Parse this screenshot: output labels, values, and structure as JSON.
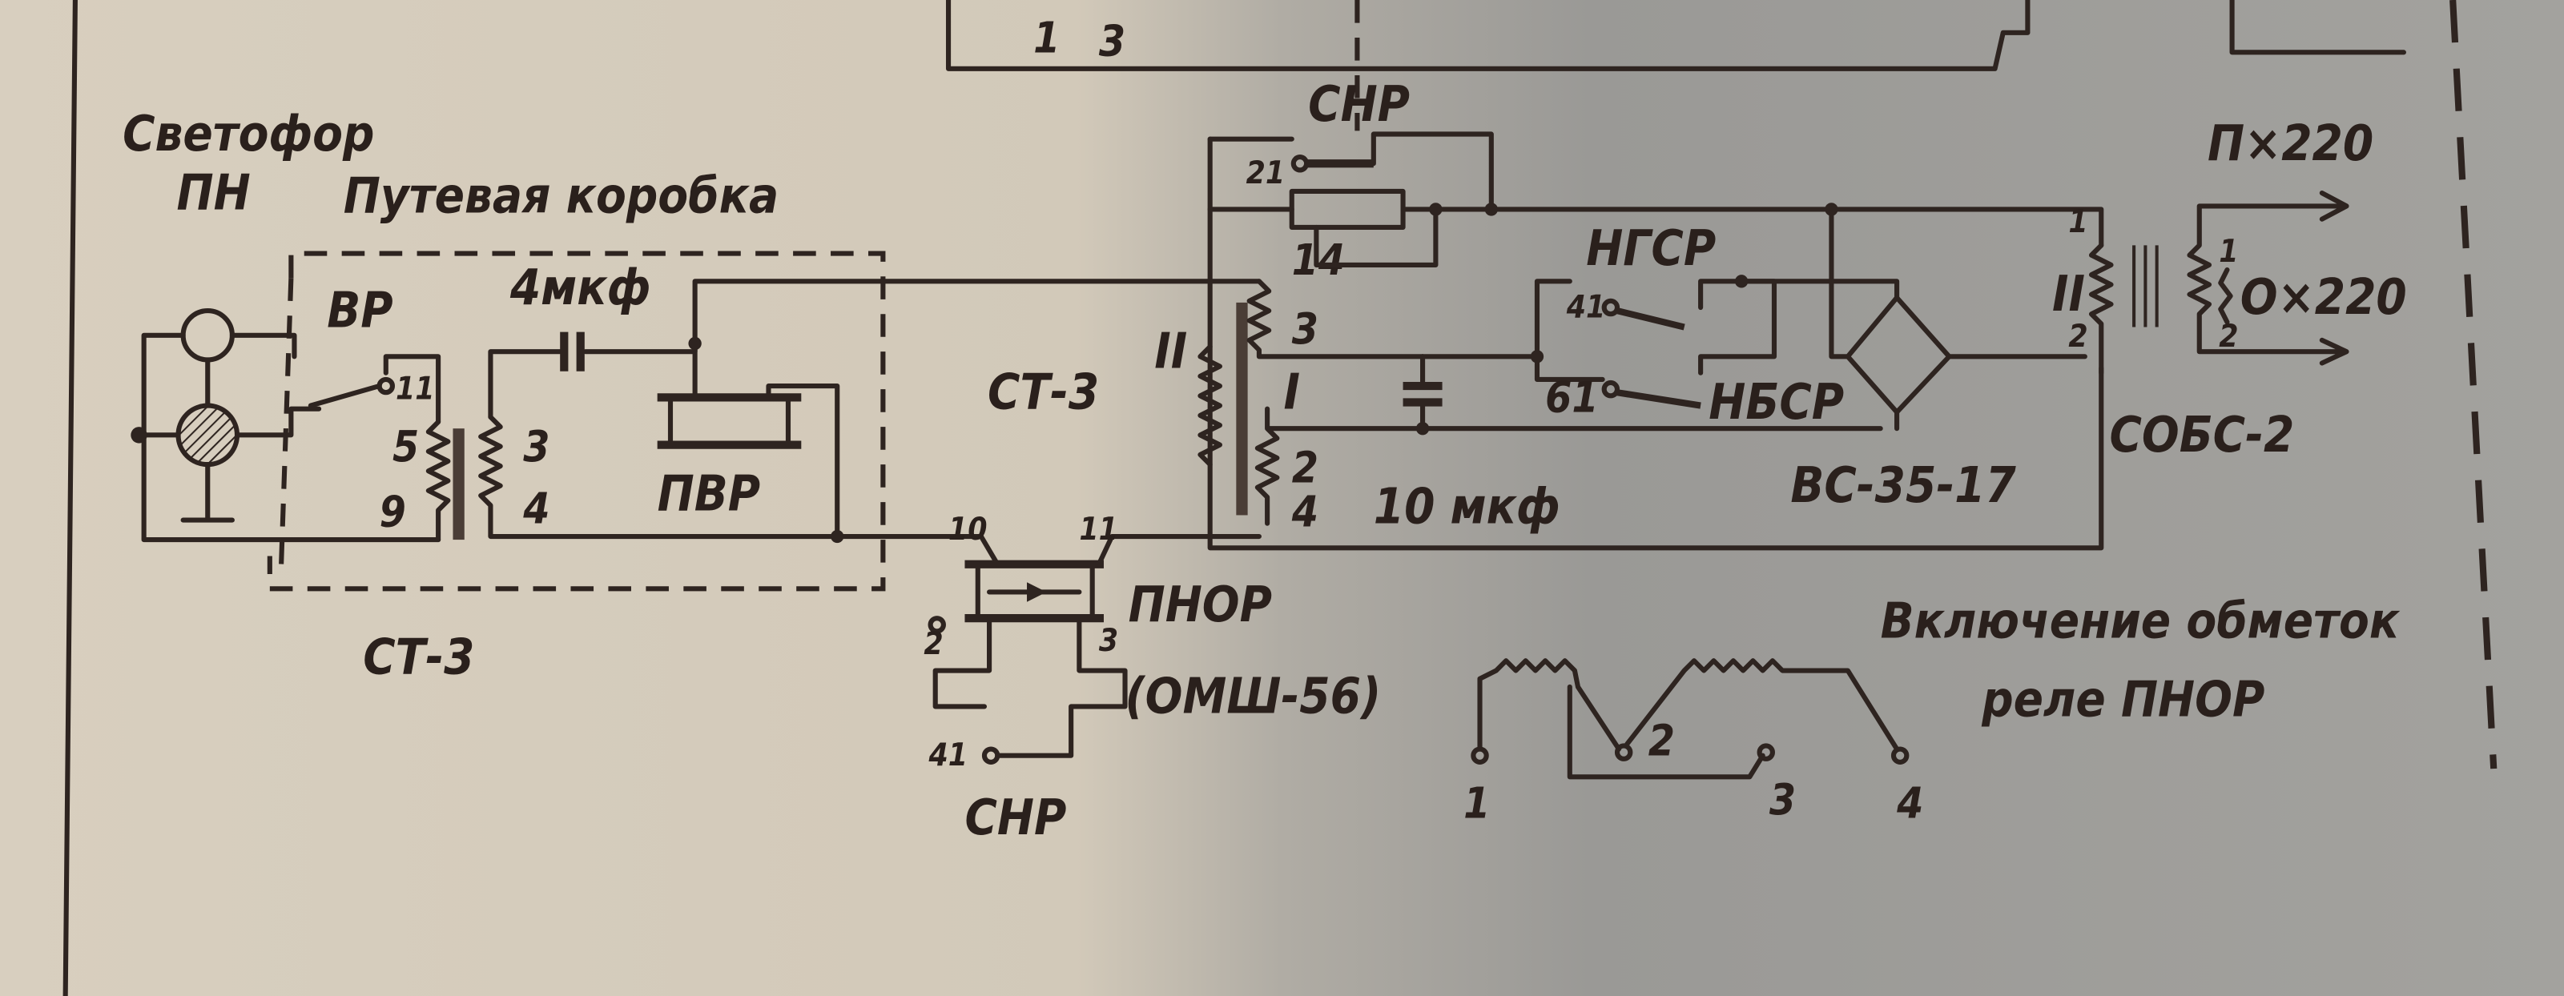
{
  "title_labels": {
    "signal": "Светофор",
    "signal_name": "ПН",
    "track_box": "Путевая коробка",
    "box_transformer": "СТ-3",
    "relay_vr": "ВР",
    "cap_4": "4мкф",
    "relay_pvr": "ПВР",
    "mid_transformer": "СТ-3",
    "winding_ii_left": "II",
    "winding_i": "I",
    "snr_top": "СНР",
    "snr_bottom": "СНР",
    "relay_ngsr": "НГСР",
    "relay_nbsr": "НБСР",
    "cap_10": "10 мкф",
    "rectifier": "ВС-35-17",
    "transformer_sobs": "СОБС-2",
    "winding_ii_right": "II",
    "supply_p": "П×220",
    "supply_o": "О×220",
    "relay_pnor": "ПНОР",
    "relay_pnor_type": "(ОМШ-56)",
    "note_line1": "Включение обметок",
    "note_line2": "реле ПНОР"
  },
  "terminals": {
    "vr_11": "11",
    "t5": "5",
    "t9": "9",
    "t3": "3",
    "t4": "4",
    "pnor_10": "10",
    "pnor_11": "11",
    "pnor_2": "2",
    "pnor_3": "3",
    "pnor_41": "41",
    "snr_21": "21",
    "snr_14": "14",
    "ct_3": "3",
    "ct_2": "2",
    "ct_4": "4",
    "ngsr_41": "41",
    "nbsr_61": "61",
    "sobs_1": "1",
    "sobs_2": "2",
    "sec_1": "1",
    "sec_2": "2",
    "top_1": "1",
    "top_3": "3",
    "wind_1": "1",
    "wind_2": "2",
    "wind_3": "3",
    "wind_4": "4"
  }
}
